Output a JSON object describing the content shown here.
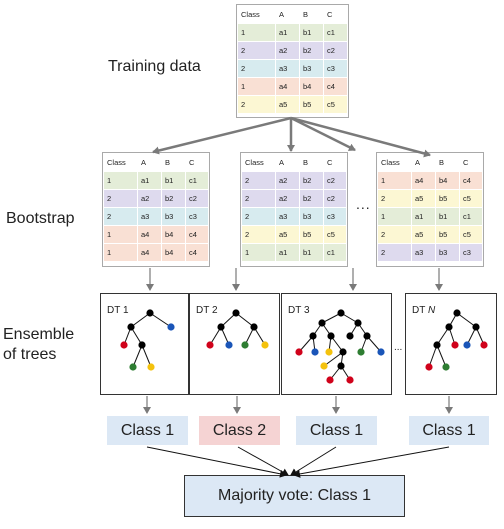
{
  "headers": [
    "Class",
    "A",
    "B",
    "C"
  ],
  "colors": {
    "1": "#e4edd8",
    "2": "#dedaee",
    "3": "#d7ebef",
    "4": "#f9e0d4",
    "5": "#fcf7d3",
    "class1_box": "#dce8f5",
    "class2_box": "#f5d3d3",
    "vote_box": "#dce8f5",
    "node_black": "#000000",
    "node_red": "#d0021b",
    "node_blue": "#1a55b8",
    "node_green": "#2e7d32",
    "node_yellow": "#f4c20d"
  },
  "training": {
    "label": "Training data",
    "rows": [
      {
        "color": "1",
        "cells": [
          "1",
          "a1",
          "b1",
          "c1"
        ]
      },
      {
        "color": "2",
        "cells": [
          "2",
          "a2",
          "b2",
          "c2"
        ]
      },
      {
        "color": "3",
        "cells": [
          "2",
          "a3",
          "b3",
          "c3"
        ]
      },
      {
        "color": "4",
        "cells": [
          "1",
          "a4",
          "b4",
          "c4"
        ]
      },
      {
        "color": "5",
        "cells": [
          "2",
          "a5",
          "b5",
          "c5"
        ]
      }
    ]
  },
  "bootstrap": {
    "label": "Bootstrap",
    "ellipsis": "...",
    "tables": [
      {
        "rows": [
          {
            "color": "1",
            "cells": [
              "1",
              "a1",
              "b1",
              "c1"
            ]
          },
          {
            "color": "2",
            "cells": [
              "2",
              "a2",
              "b2",
              "c2"
            ]
          },
          {
            "color": "3",
            "cells": [
              "2",
              "a3",
              "b3",
              "c3"
            ]
          },
          {
            "color": "4",
            "cells": [
              "1",
              "a4",
              "b4",
              "c4"
            ]
          },
          {
            "color": "4",
            "cells": [
              "1",
              "a4",
              "b4",
              "c4"
            ]
          }
        ]
      },
      {
        "rows": [
          {
            "color": "2",
            "cells": [
              "2",
              "a2",
              "b2",
              "c2"
            ]
          },
          {
            "color": "2",
            "cells": [
              "2",
              "a2",
              "b2",
              "c2"
            ]
          },
          {
            "color": "3",
            "cells": [
              "2",
              "a3",
              "b3",
              "c3"
            ]
          },
          {
            "color": "5",
            "cells": [
              "2",
              "a5",
              "b5",
              "c5"
            ]
          },
          {
            "color": "1",
            "cells": [
              "1",
              "a1",
              "b1",
              "c1"
            ]
          }
        ]
      },
      {
        "rows": [
          {
            "color": "4",
            "cells": [
              "1",
              "a4",
              "b4",
              "c4"
            ]
          },
          {
            "color": "5",
            "cells": [
              "2",
              "a5",
              "b5",
              "c5"
            ]
          },
          {
            "color": "1",
            "cells": [
              "1",
              "a1",
              "b1",
              "c1"
            ]
          },
          {
            "color": "5",
            "cells": [
              "2",
              "a5",
              "b5",
              "c5"
            ]
          },
          {
            "color": "2",
            "cells": [
              "2",
              "a3",
              "b3",
              "c3"
            ]
          }
        ]
      }
    ]
  },
  "ensemble": {
    "label_line1": "Ensemble",
    "label_line2": "of trees",
    "ellipsis": "...",
    "trees": [
      {
        "title_prefix": "DT ",
        "title_suffix": "1"
      },
      {
        "title_prefix": "DT ",
        "title_suffix": "2"
      },
      {
        "title_prefix": "DT ",
        "title_suffix": "3"
      },
      {
        "title_prefix": "DT ",
        "title_suffix": "N"
      }
    ]
  },
  "predictions": [
    "Class 1",
    "Class 2",
    "Class 1",
    "Class 1"
  ],
  "vote": "Majority vote: Class 1"
}
